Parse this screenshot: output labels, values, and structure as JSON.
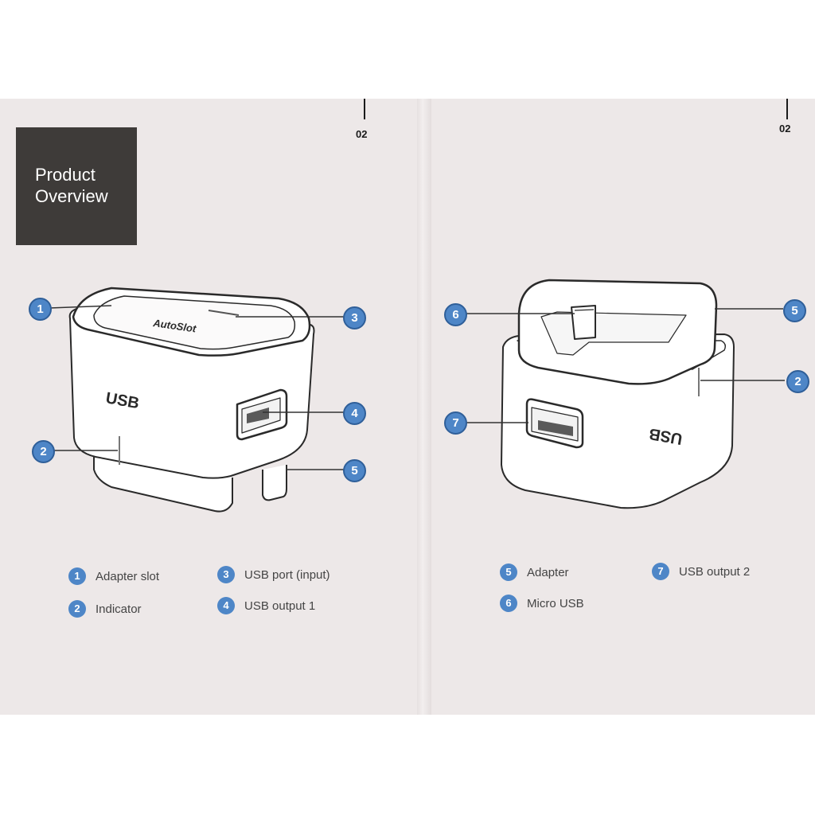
{
  "title": "Product\nOverview",
  "page_numbers": {
    "left": "02",
    "right": "02"
  },
  "device_labels": {
    "left_usb": "USB",
    "left_brand": "AutoSlot",
    "right_usb": "USB"
  },
  "callouts": {
    "left": [
      "1",
      "2",
      "3",
      "4",
      "5"
    ],
    "right": [
      "6",
      "5",
      "2",
      "7"
    ]
  },
  "legend_left": [
    {
      "num": "1",
      "label": "Adapter slot"
    },
    {
      "num": "3",
      "label": "USB port (input)"
    },
    {
      "num": "2",
      "label": "Indicator"
    },
    {
      "num": "4",
      "label": "USB output 1"
    }
  ],
  "legend_right": [
    {
      "num": "5",
      "label": "Adapter"
    },
    {
      "num": "7",
      "label": "USB output 2"
    },
    {
      "num": "6",
      "label": "Micro USB"
    }
  ],
  "colors": {
    "accent": "#4e86c7",
    "paper": "#ede8e8",
    "title_box": "#3e3b39"
  }
}
